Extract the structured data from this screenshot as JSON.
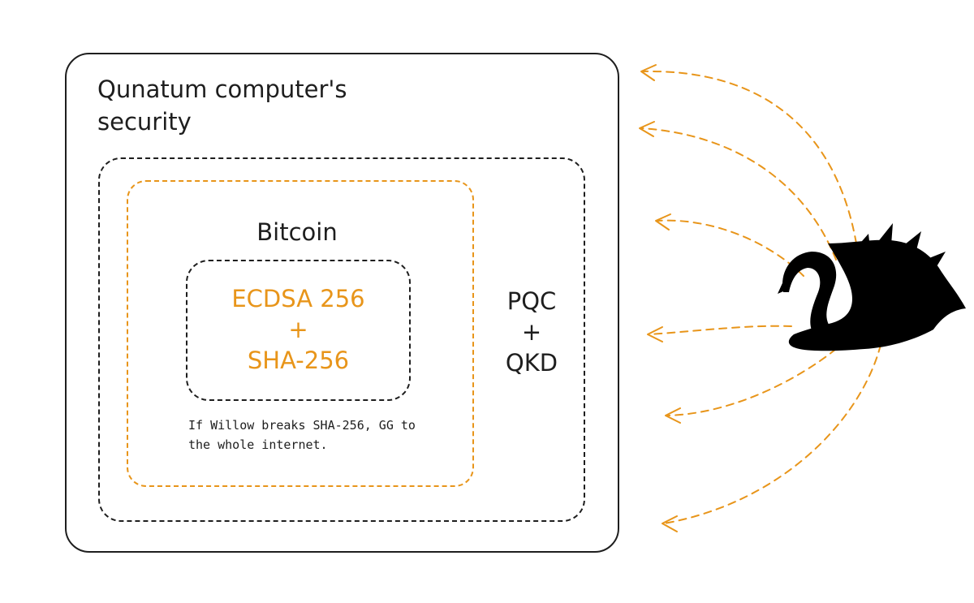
{
  "diagram": {
    "title": "Qunatum computer's security",
    "bitcoin_label": "Bitcoin",
    "algo_lines": [
      "ECDSA 256",
      "+",
      "SHA-256"
    ],
    "pqc_lines": [
      "PQC",
      "+",
      "QKD"
    ],
    "note": "If Willow breaks SHA-256, GG to the whole internet."
  },
  "colors": {
    "accent": "#e8951a",
    "ink": "#1e1e1e"
  },
  "icons": [
    "black-swan-icon"
  ]
}
